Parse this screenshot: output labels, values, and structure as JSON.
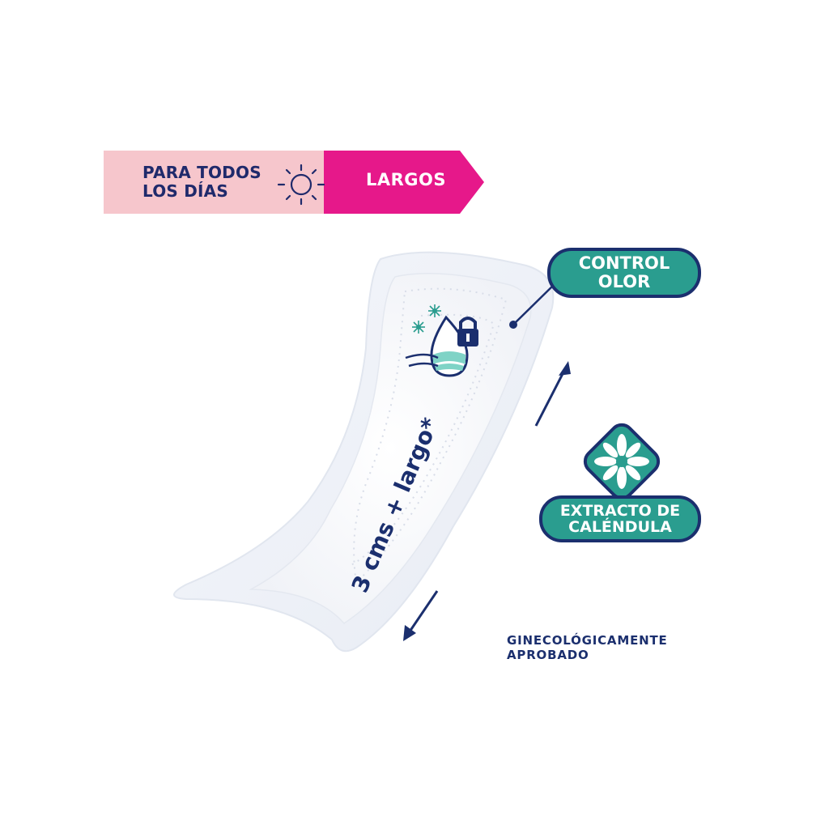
{
  "banner": {
    "left_text_line1": "PARA TODOS",
    "left_text_line2": "LOS DÍAS",
    "right_text": "LARGOS",
    "left_color": "#f6c6cc",
    "right_color": "#e6188a",
    "icon": "sun-icon"
  },
  "badges": {
    "control_line1": "CONTROL",
    "control_line2": "OLOR",
    "calendula_line1": "EXTRACTO DE",
    "calendula_line2": "CALÉNDULA",
    "teal": "#2a9d8f",
    "navy": "#1b2f6e",
    "flower_icon": "flower-icon"
  },
  "length_label": "3 cms + largo*",
  "footer": {
    "line1": "GINECOLÓGICAMENTE",
    "line2": "APROBADO"
  },
  "product": {
    "icon": "odor-lock-drop-icon"
  }
}
